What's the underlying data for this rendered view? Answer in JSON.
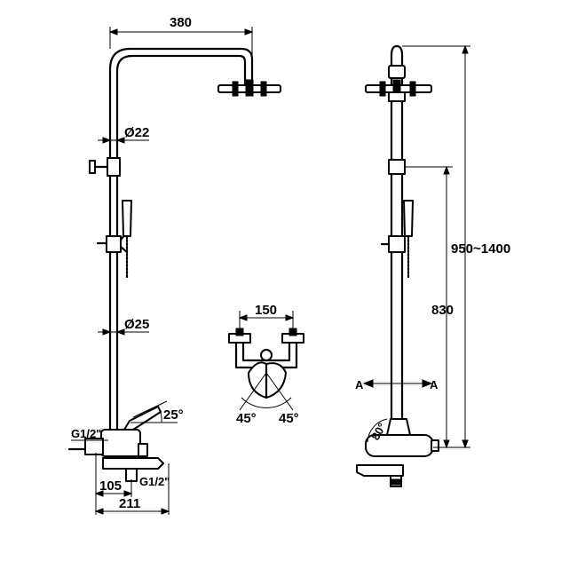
{
  "dimensions": {
    "top_width": "380",
    "pipe_upper_dia": "Ø22",
    "pipe_lower_dia": "Ø25",
    "inlet_upper": "G1/2\"",
    "inlet_lower": "G1/2\"",
    "offset_105": "105",
    "offset_211": "211",
    "lever_angle": "25°",
    "center_distance": "150",
    "swing_left": "45°",
    "swing_right": "45°",
    "height_range": "950~1400",
    "height_830": "830",
    "section_left": "A",
    "section_right": "A",
    "spout_angle": "80°"
  }
}
